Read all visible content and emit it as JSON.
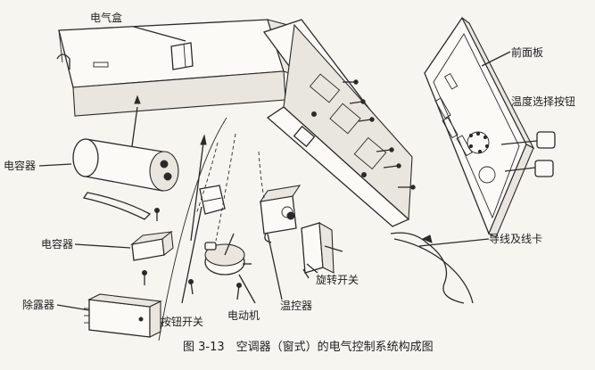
{
  "labels": {
    "electrical_box": "电气盒",
    "front_panel": "前面板",
    "capacitor_1": "电容器",
    "temperature_knob": "温度选择按钮",
    "capacitor_2": "电容器",
    "wire_and_clip": "导线及线卡",
    "dehumidifier": "除露器",
    "rotary_switch": "旋转开关",
    "thermostat": "温控器",
    "button_switch": "按钮开关",
    "motor": "电动机"
  },
  "caption": "图 3-13　空调器（窗式）的电气控制系统构成图"
}
